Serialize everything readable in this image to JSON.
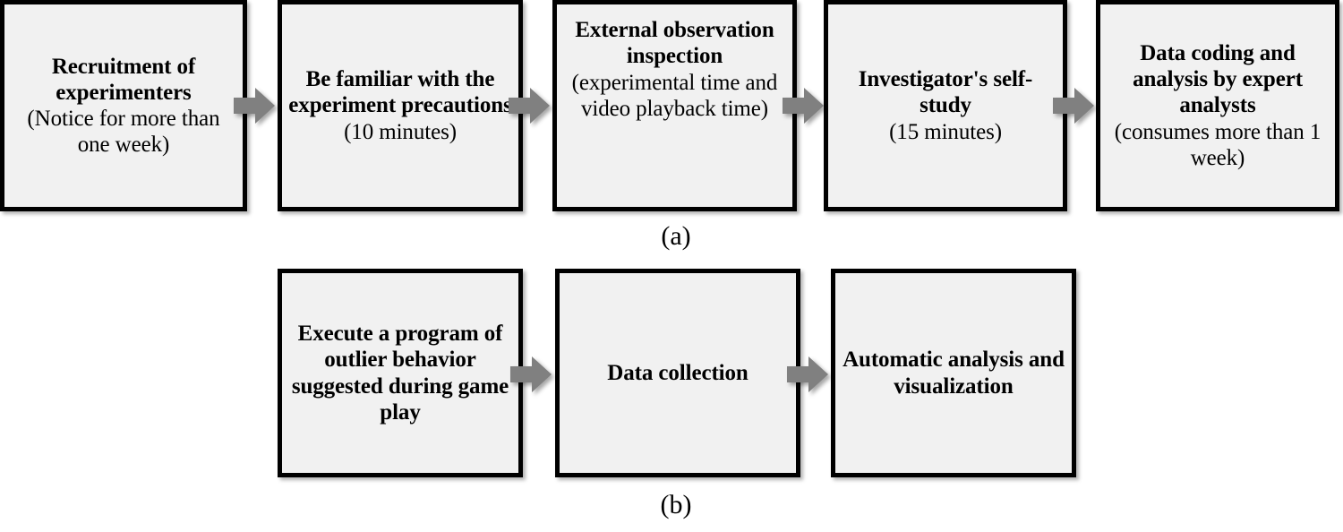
{
  "figure": {
    "type": "two-row process flowchart",
    "accent_colors": {
      "box_fill": "#f1f1f1",
      "box_border": "#000000",
      "arrow_fill": "#808080",
      "text": "#000000",
      "background": "#ffffff"
    }
  },
  "rows": [
    {
      "caption": "(a)",
      "arrow_icon": "right-arrow-icon",
      "steps": [
        {
          "title": "Recruitment of experimenters",
          "sub": "(Notice for more than one week)"
        },
        {
          "title": "Be familiar with the experiment precautions",
          "sub": "(10 minutes)"
        },
        {
          "title": "External observation inspection",
          "sub": "(experimental time and video playback time)"
        },
        {
          "title": "Investigator's self-study",
          "sub": "(15 minutes)"
        },
        {
          "title": "Data coding and analysis by expert analysts",
          "sub": "(consumes more than 1 week)"
        }
      ]
    },
    {
      "caption": "(b)",
      "arrow_icon": "right-arrow-icon",
      "steps": [
        {
          "title": "Execute a program of outlier behavior suggested during game play",
          "sub": ""
        },
        {
          "title": "Data collection",
          "sub": ""
        },
        {
          "title": "Automatic analysis and visualization",
          "sub": ""
        }
      ]
    }
  ]
}
